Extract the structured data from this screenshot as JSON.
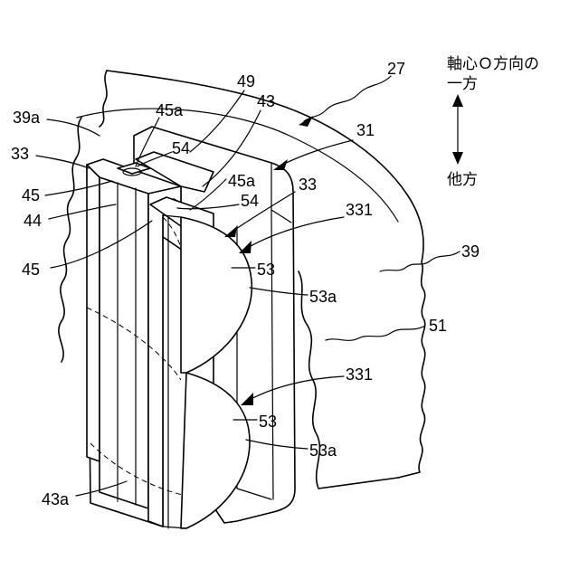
{
  "labels": {
    "l27": "27",
    "l49": "49",
    "l43_top": "43",
    "l39a": "39a",
    "l45a_upper": "45a",
    "l31": "31",
    "l33_left": "33",
    "l54_upper": "54",
    "l45a_lower": "45a",
    "l45_upper": "45",
    "l54_lower": "54",
    "l33_right": "33",
    "l44": "44",
    "l331_upper": "331",
    "l39": "39",
    "l45_lower": "45",
    "l53_upper": "53",
    "l53a_upper": "53a",
    "l51": "51",
    "l331_lower": "331",
    "l53_lower": "53",
    "l53a_lower": "53a",
    "l43a": "43a"
  },
  "legend": {
    "axis_line1": "軸心Ｏ方向の",
    "axis_line2": "一方",
    "other": "他方"
  }
}
